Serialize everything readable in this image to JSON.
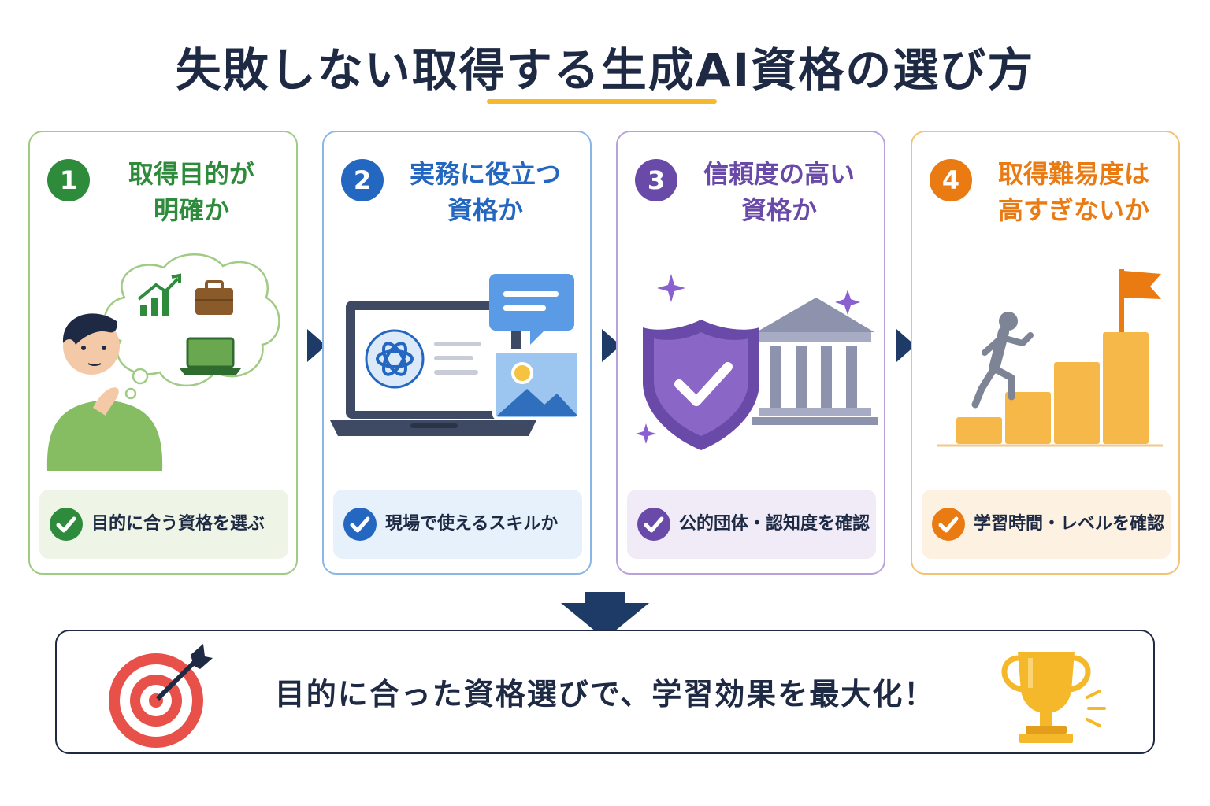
{
  "title": "失敗しない取得する生成AI資格の選び方",
  "colors": {
    "navy": "#1e2a44",
    "accent_underline": "#f5b92e",
    "step1": "#2f8b3c",
    "step2": "#2467c0",
    "step3": "#6a4aa8",
    "step4": "#ea7a12"
  },
  "steps": [
    {
      "number": "1",
      "heading_line1": "取得目的が",
      "heading_line2": "明確か",
      "illustration": "thinking-person-icon",
      "check": "目的に合う資格を選ぶ"
    },
    {
      "number": "2",
      "heading_line1": "実務に役立つ",
      "heading_line2": "資格か",
      "illustration": "laptop-ai-icon",
      "check": "現場で使えるスキルか"
    },
    {
      "number": "3",
      "heading_line1": "信頼度の高い",
      "heading_line2": "資格か",
      "illustration": "shield-institution-icon",
      "check": "公的団体・認知度を確認"
    },
    {
      "number": "4",
      "heading_line1": "取得難易度は",
      "heading_line2": "高すぎないか",
      "illustration": "stairs-flag-icon",
      "check": "学習時間・レベルを確認"
    }
  ],
  "conclusion": "目的に合った資格選びで、学習効果を最大化！"
}
